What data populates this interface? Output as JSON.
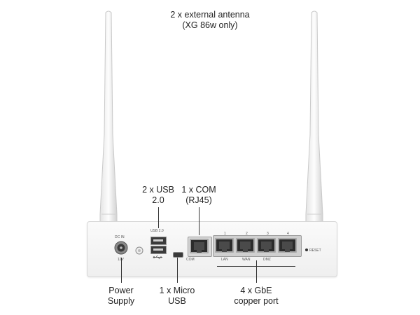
{
  "labels": {
    "antenna_line1": "2 x external antenna",
    "antenna_line2": "(XG 86w only)",
    "usb_line1": "2 x USB",
    "usb_line2": "2.0",
    "com_line1": "1 x COM",
    "com_line2": "(RJ45)",
    "power_line1": "Power",
    "power_line2": "Supply",
    "micro_usb_line1": "1 x Micro",
    "micro_usb_line2": "USB",
    "gbe_line1": "4 x GbE",
    "gbe_line2": "copper port"
  },
  "device_markings": {
    "dc_in": "DC IN",
    "voltage": "12V",
    "usb": "USB 2.0",
    "com": "COM",
    "port1": "1",
    "port2": "2",
    "port3": "3",
    "port4": "4",
    "lan": "LAN",
    "wan": "WAN",
    "dmz": "DMZ",
    "reset": "RESET"
  },
  "icons": {
    "usb_symbol": "usb-symbol-icon",
    "power_jack": "dc-power-jack-icon"
  }
}
